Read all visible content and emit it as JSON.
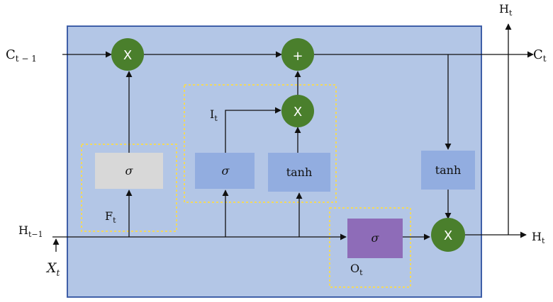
{
  "labels": {
    "c_prev": {
      "main": "C",
      "sub": "t − 1"
    },
    "c_next": {
      "main": "C",
      "sub": "t"
    },
    "h_prev": {
      "main": "H",
      "sub": "t−1"
    },
    "h_out_right": {
      "main": "H",
      "sub": "t"
    },
    "h_out_top": {
      "main": "H",
      "sub": "t"
    },
    "x_in": {
      "main": "X",
      "sub": "t"
    },
    "forget_gate": {
      "main": "F",
      "sub": "t"
    },
    "input_gate": {
      "main": "I",
      "sub": "t"
    },
    "output_gate": {
      "main": "O",
      "sub": "t"
    }
  },
  "gates": {
    "forget_sigma": "σ",
    "input_sigma": "σ",
    "input_tanh": "tanh",
    "cell_tanh": "tanh",
    "output_sigma": "σ"
  },
  "ops": {
    "multiply_forget": "X",
    "add_cell": "+",
    "multiply_input": "X",
    "multiply_output": "X"
  },
  "colors": {
    "cell_background": "#b3c6e6",
    "cell_border": "#3f5fa8",
    "op_circle": "#4a7f2c",
    "forget_box": "#d8d8d8",
    "gate_box": "#92ade0",
    "output_box": "#8e6cb8",
    "dashed_border": "#f2d95c"
  }
}
